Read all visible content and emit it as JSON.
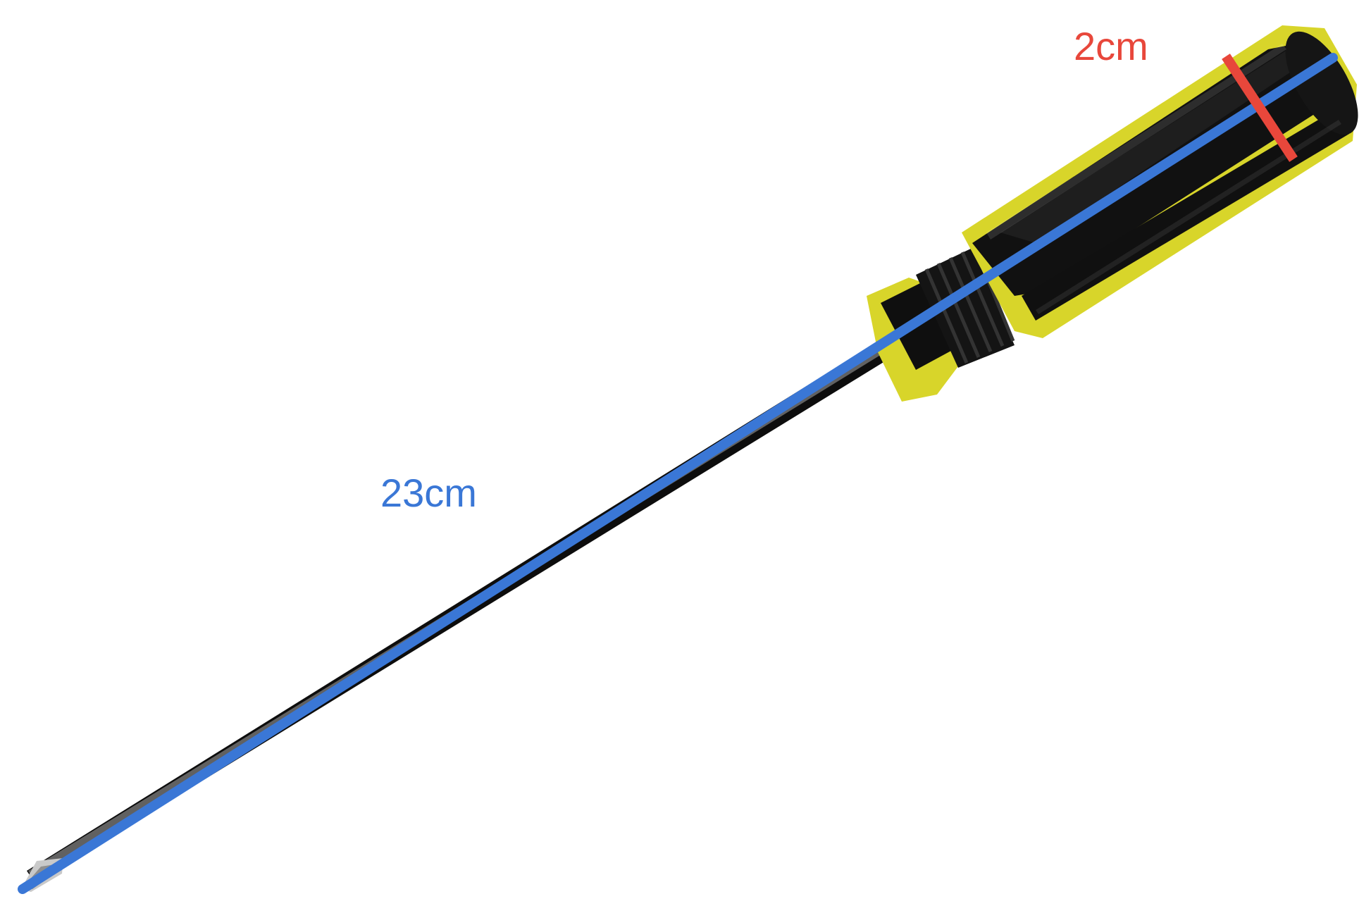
{
  "photo": {
    "subject": "screwdriver",
    "background_color": "#ffffff",
    "handle_colors": [
      "#d8d52a",
      "#111111"
    ]
  },
  "annotations": {
    "width_label": "2cm",
    "width_color": "#e8473b",
    "length_label": "23cm",
    "length_color": "#3a77d6"
  }
}
